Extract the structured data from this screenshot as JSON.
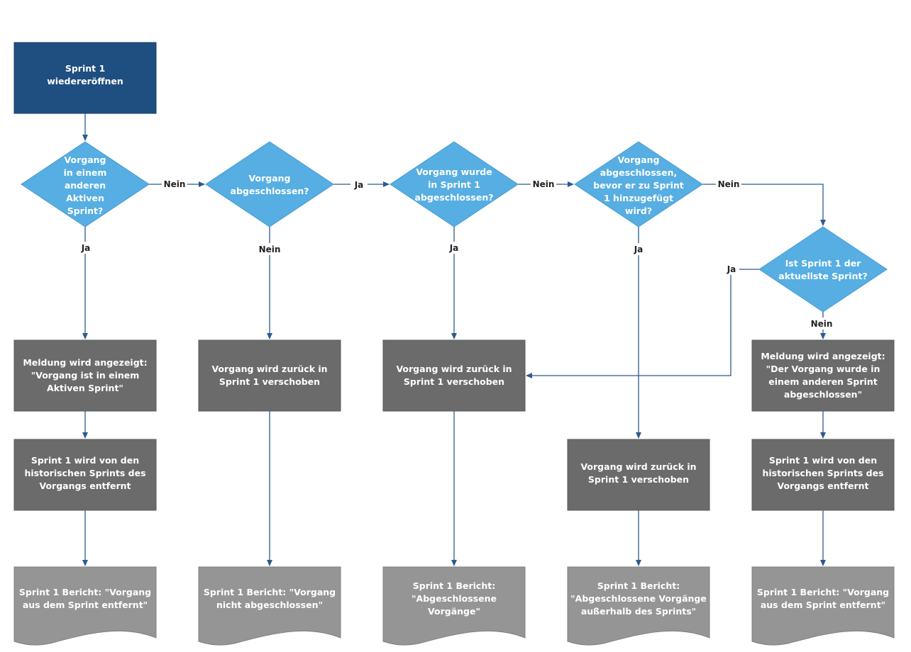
{
  "colors": {
    "start": "#1f4e80",
    "decision": "#56aee3",
    "process": "#6b6b6b",
    "document": "#959595",
    "arrow": "#2d5a8c"
  },
  "nodes": {
    "start": {
      "lines": [
        "Sprint 1",
        "wiedereröffnen"
      ]
    },
    "d1": {
      "lines": [
        "Vorgang",
        "in einem",
        "anderen",
        "Aktiven",
        "Sprint?"
      ]
    },
    "d2": {
      "lines": [
        "Vorgang",
        "abgeschlossen?"
      ]
    },
    "d3": {
      "lines": [
        "Vorgang wurde",
        "in Sprint 1",
        "abgeschlossen?"
      ]
    },
    "d4": {
      "lines": [
        "Vorgang",
        "abgeschlossen,",
        "bevor er zu Sprint",
        "1 hinzugefügt",
        "wird?"
      ]
    },
    "d5": {
      "lines": [
        "Ist Sprint 1 der",
        "aktuellste Sprint?"
      ]
    },
    "p1": {
      "lines": [
        "Meldung wird angezeigt:",
        "\"Vorgang ist in einem",
        "Aktiven Sprint\""
      ]
    },
    "p2": {
      "lines": [
        "Vorgang wird zurück in",
        "Sprint 1 verschoben"
      ]
    },
    "p3": {
      "lines": [
        "Vorgang wird zurück in",
        "Sprint 1 verschoben"
      ]
    },
    "p5": {
      "lines": [
        "Meldung wird angezeigt:",
        "\"Der Vorgang wurde in",
        "einem anderen Sprint",
        "abgeschlossen\""
      ]
    },
    "q1": {
      "lines": [
        "Sprint 1 wird von den",
        "historischen Sprints des",
        "Vorgangs entfernt"
      ]
    },
    "q4": {
      "lines": [
        "Vorgang wird zurück in",
        "Sprint 1 verschoben"
      ]
    },
    "q5": {
      "lines": [
        "Sprint 1 wird von den",
        "historischen Sprints des",
        "Vorgangs entfernt"
      ]
    },
    "r1": {
      "lines": [
        "Sprint 1 Bericht: \"Vorgang",
        "aus dem Sprint entfernt\""
      ]
    },
    "r2": {
      "lines": [
        "Sprint 1 Bericht: \"Vorgang",
        "nicht abgeschlossen\""
      ]
    },
    "r3": {
      "lines": [
        "Sprint 1 Bericht:",
        "\"Abgeschlossene",
        "Vorgänge\""
      ]
    },
    "r4": {
      "lines": [
        "Sprint 1 Bericht:",
        "\"Abgeschlossene Vorgänge",
        "außerhalb des Sprints\""
      ]
    },
    "r5": {
      "lines": [
        "Sprint 1 Bericht: \"Vorgang",
        "aus dem Sprint entfernt\""
      ]
    }
  },
  "edges": {
    "d1_no": "Nein",
    "d1_yes": "Ja",
    "d2_yes": "Ja",
    "d2_no": "Nein",
    "d3_no": "Nein",
    "d3_yes": "Ja",
    "d4_no": "Nein",
    "d4_yes": "Ja",
    "d5_yes": "Ja",
    "d5_no": "Nein"
  }
}
